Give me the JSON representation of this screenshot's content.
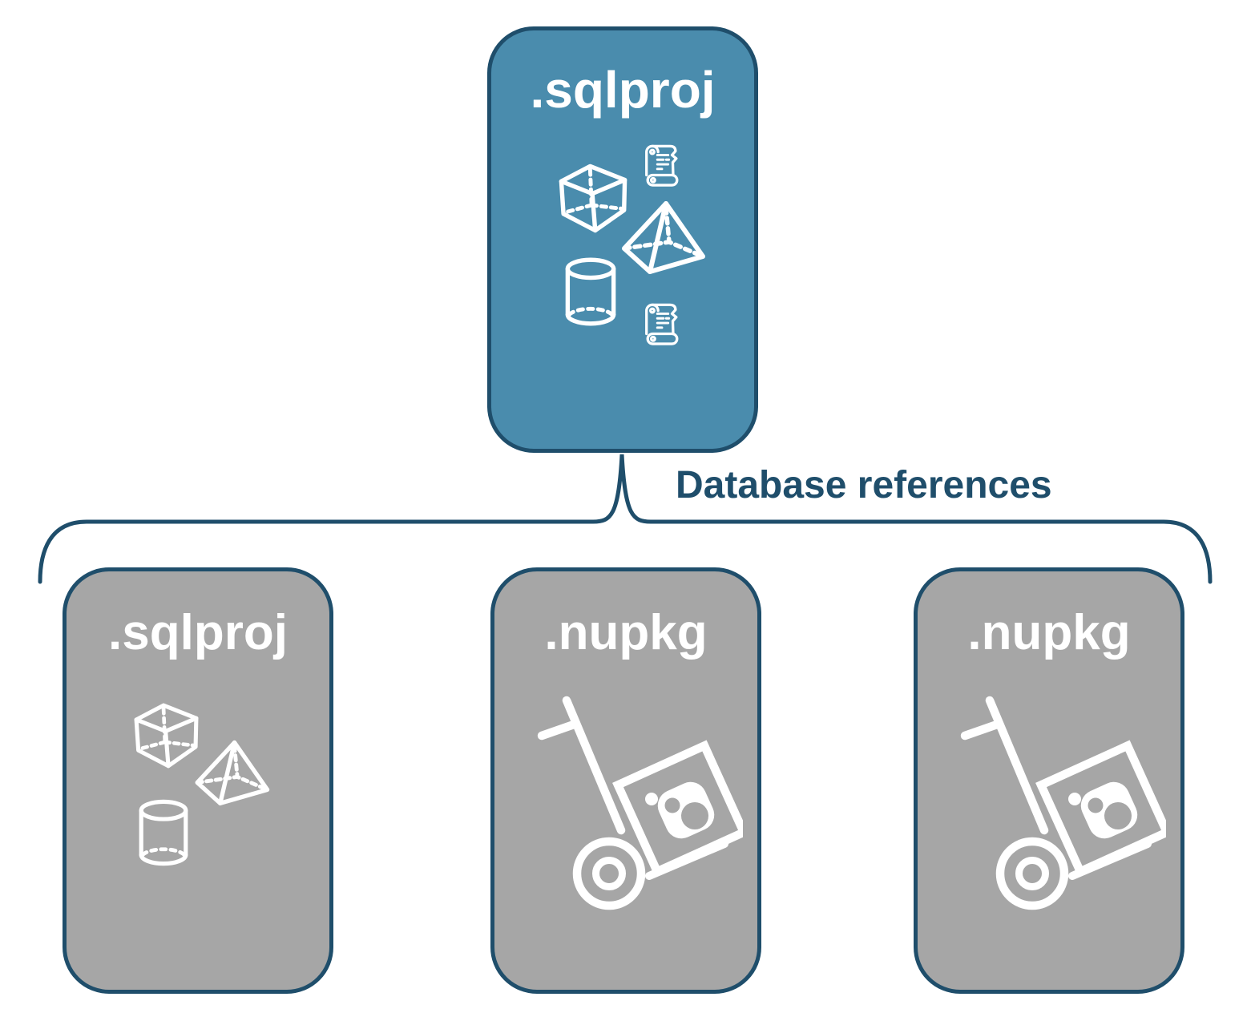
{
  "diagram": {
    "connector_label": "Database references",
    "colors": {
      "root_card_fill": "#4a8cad",
      "child_card_fill": "#a6a6a6",
      "card_border": "#1f4e6b",
      "connector_stroke": "#1f4e6b",
      "label_text": "#1f4e6b",
      "icon_stroke": "#ffffff",
      "card_title_text": "#ffffff"
    },
    "root_card": {
      "label": ".sqlproj",
      "icons": [
        "scroll-icon",
        "cube-icon",
        "pyramid-icon",
        "cylinder-icon",
        "scroll-icon"
      ]
    },
    "child_cards": [
      {
        "label": ".sqlproj",
        "icons": [
          "cube-icon",
          "pyramid-icon",
          "cylinder-icon"
        ]
      },
      {
        "label": ".nupkg",
        "icons": [
          "nuget-handtruck-icon"
        ]
      },
      {
        "label": ".nupkg",
        "icons": [
          "nuget-handtruck-icon"
        ]
      }
    ]
  }
}
